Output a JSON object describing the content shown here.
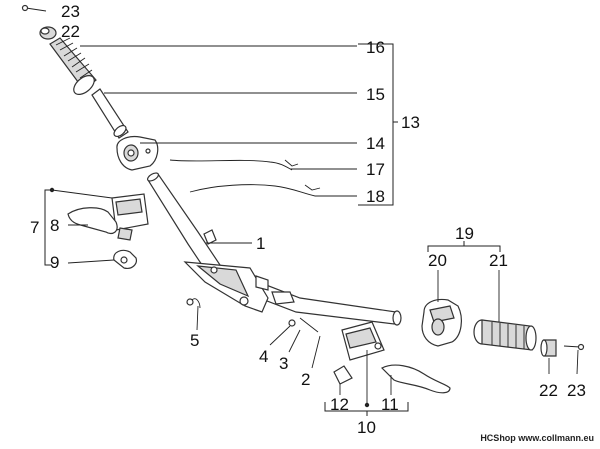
{
  "callouts": {
    "c1": "1",
    "c2": "2",
    "c3": "3",
    "c4": "4",
    "c5": "5",
    "c7": "7",
    "c8": "8",
    "c9": "9",
    "c10": "10",
    "c11": "11",
    "c12": "12",
    "c13": "13",
    "c14": "14",
    "c15": "15",
    "c16": "16",
    "c17": "17",
    "c18": "18",
    "c19": "19",
    "c20": "20",
    "c21": "21",
    "c22a": "22",
    "c22b": "22",
    "c23a": "23",
    "c23b": "23"
  },
  "watermark": "HCShop www.collmann.eu"
}
